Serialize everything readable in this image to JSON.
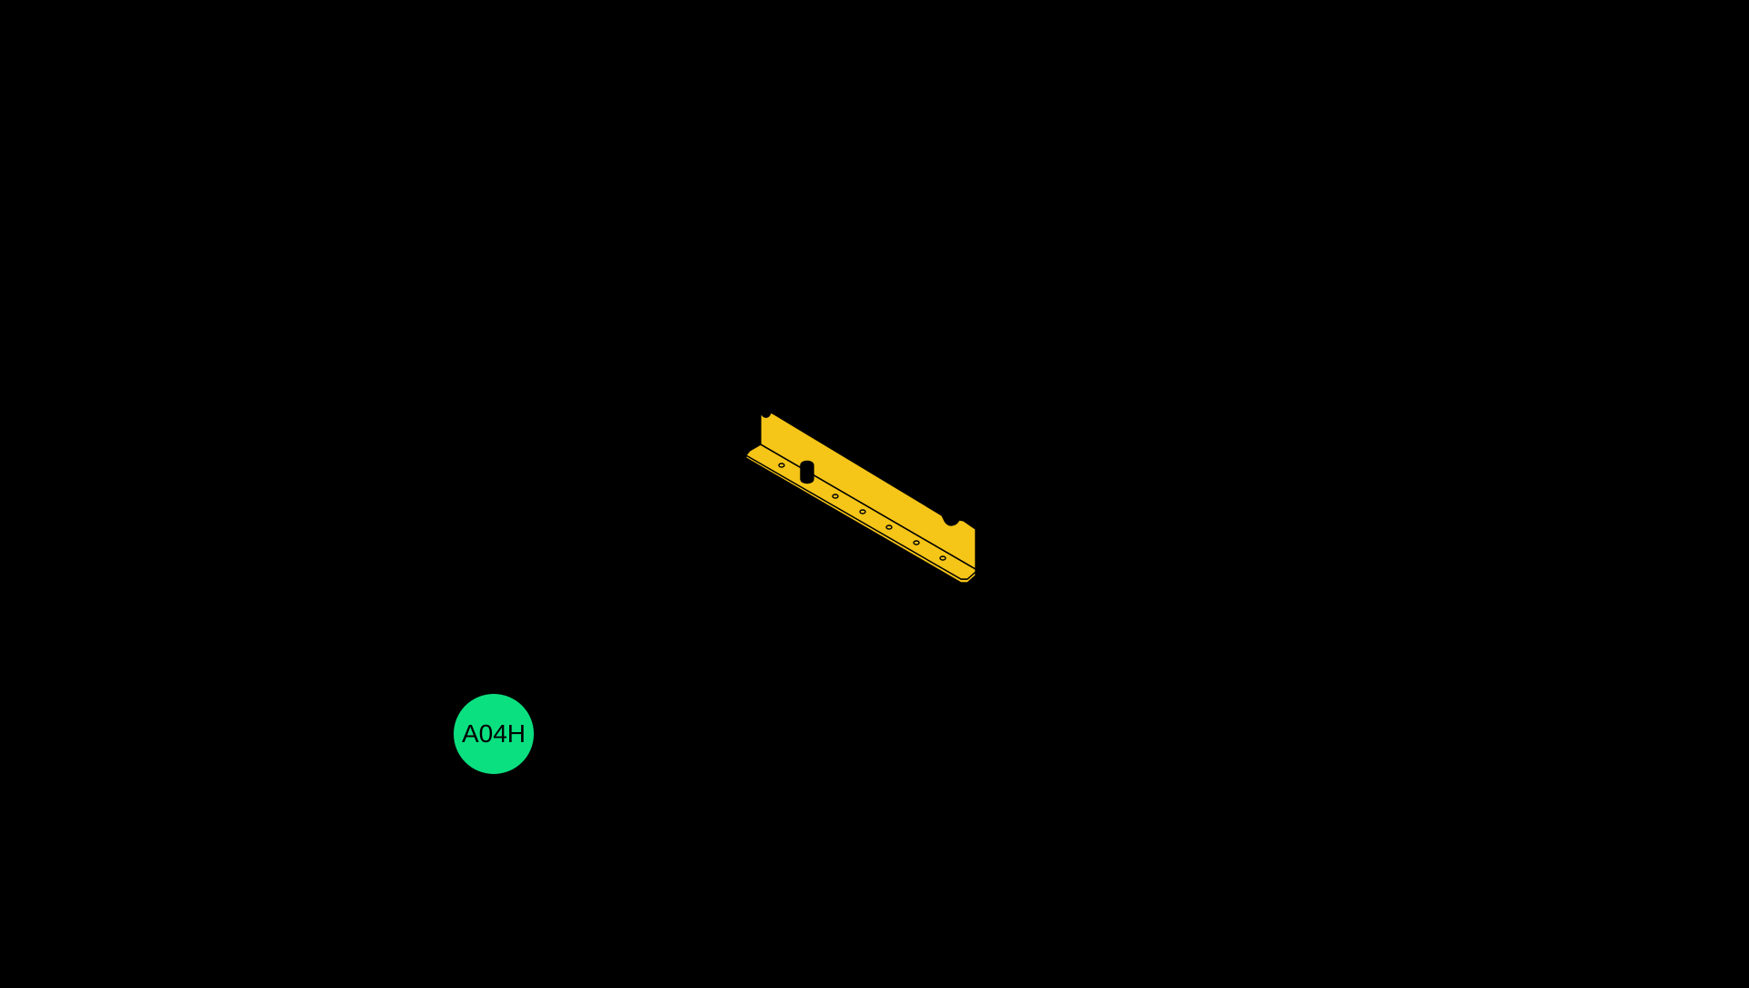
{
  "canvas": {
    "background": "#000000"
  },
  "part": {
    "name": "L-bracket with mounting holes",
    "fill_color": "#F5C518",
    "stroke_color": "#000000",
    "mounting_hole_count": 7,
    "cutouts": 2,
    "tab_hole_count": 1
  },
  "label": {
    "text": "A04H",
    "color": "#0BE080"
  }
}
